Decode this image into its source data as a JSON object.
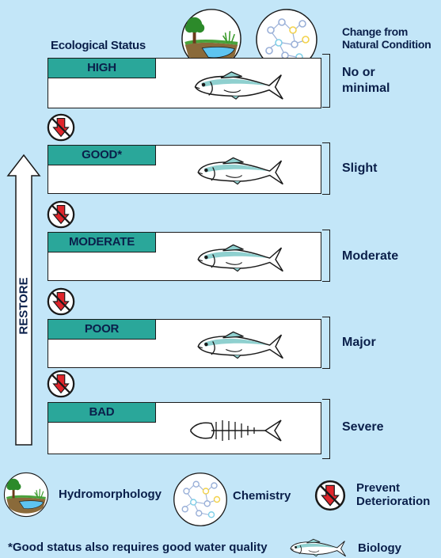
{
  "header": {
    "ecological_status": "Ecological Status",
    "change_from": "Change from",
    "natural_condition": "Natural Condition"
  },
  "levels": [
    {
      "status": "HIGH",
      "change": [
        "No or",
        "minimal"
      ]
    },
    {
      "status": "GOOD*",
      "change": [
        "Slight"
      ]
    },
    {
      "status": "MODERATE",
      "change": [
        "Moderate"
      ]
    },
    {
      "status": "POOR",
      "change": [
        "Major"
      ]
    },
    {
      "status": "BAD",
      "change": [
        "Severe"
      ]
    }
  ],
  "restore_label": "RESTORE",
  "legend": {
    "hydromorphology": "Hydromorphology",
    "chemistry": "Chemistry",
    "prevent_line1": "Prevent",
    "prevent_line2": "Deterioration",
    "biology": "Biology"
  },
  "footnote": "*Good status also requires good water quality",
  "colors": {
    "background": "#c3e6f8",
    "status_bar": "#2aa79a",
    "text": "#0a1f4a",
    "prevent_arrow": "#e0252b",
    "fish": "#8fd0cf"
  },
  "icons": [
    "hydromorphology-icon",
    "chemistry-icon",
    "prevent-deterioration-icon",
    "fish-icon",
    "fish-skeleton-icon"
  ]
}
